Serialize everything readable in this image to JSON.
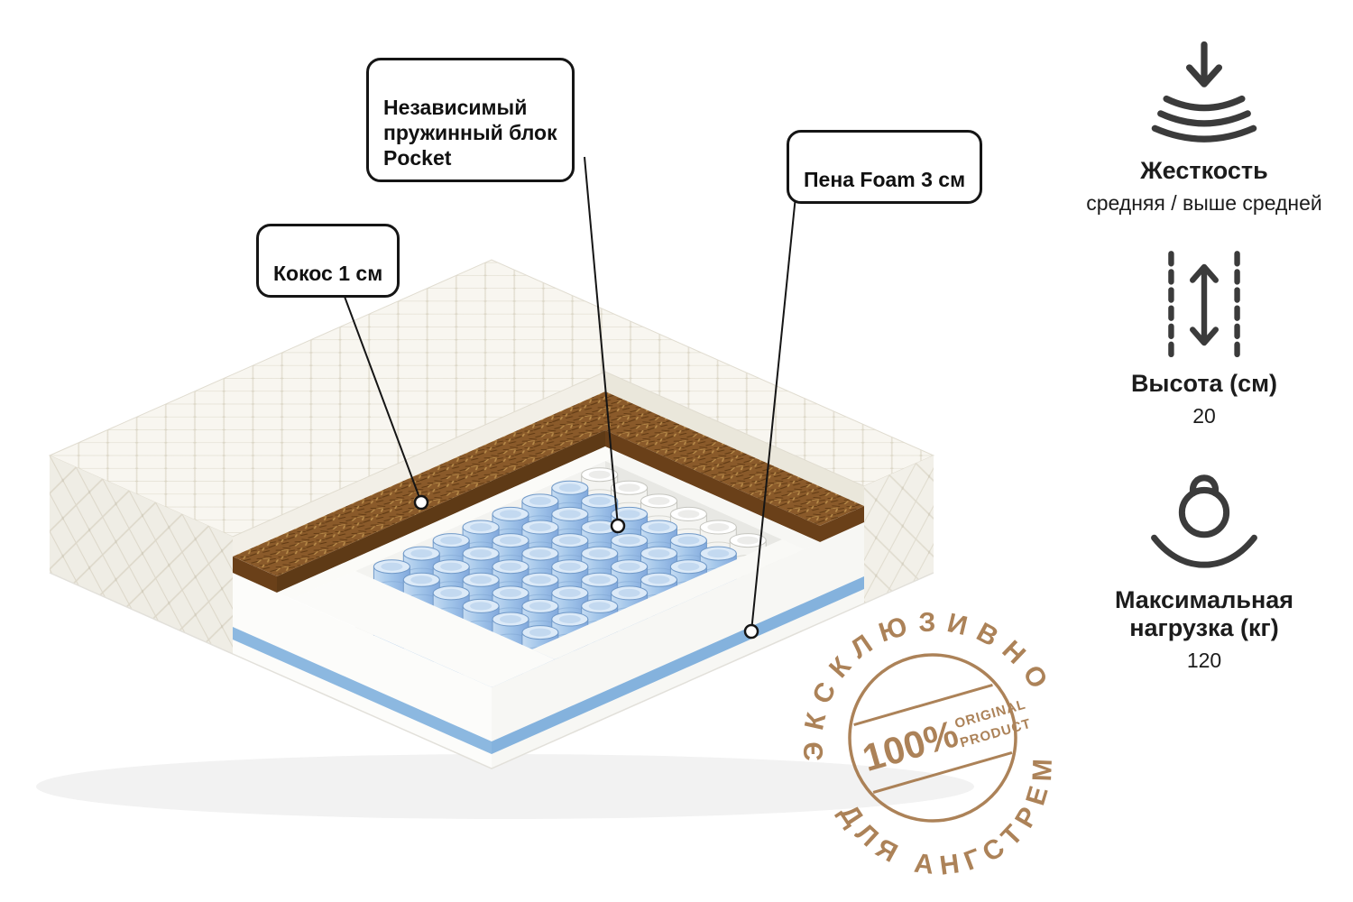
{
  "callouts": {
    "pocket": {
      "label": "Независимый\nпружинный блок\nPocket"
    },
    "foam": {
      "label": "Пена Foam 3 см"
    },
    "coco": {
      "label": "Кокос 1 см"
    }
  },
  "specs": [
    {
      "icon": "firmness-icon",
      "title": "Жесткость",
      "value": "средняя / выше средней"
    },
    {
      "icon": "height-icon",
      "title": "Высота (см)",
      "value": "20"
    },
    {
      "icon": "max-load-icon",
      "title": "Максимальная нагрузка (кг)",
      "value": "120"
    }
  ],
  "stamp": {
    "top_text": "ЭКСКЛЮЗИВНО",
    "bottom_text": "ДЛЯ АНГСТРЕМ",
    "percent": "100%",
    "original": "ORIGINAL",
    "product": "PRODUCT"
  },
  "colors": {
    "stamp": "#a6794c",
    "coco_brown": "#8a5a2a",
    "spring_blue": "#9dc2e8",
    "layer_blue": "#86b2dd",
    "outline": "#151515"
  }
}
